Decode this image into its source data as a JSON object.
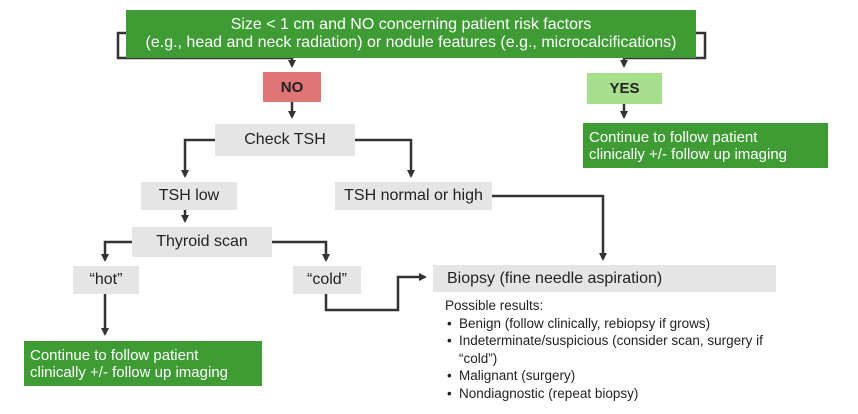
{
  "top_box": {
    "line1": "Size < 1 cm and NO concerning patient risk factors",
    "line2": "(e.g., head and neck radiation) or nodule features (e.g., microcalcifications)"
  },
  "no_label": "NO",
  "yes_label": "YES",
  "yes_result": {
    "line1": "Continue to follow patient",
    "line2": "clinically +/- follow up imaging"
  },
  "check_tsh": "Check TSH",
  "tsh_low": "TSH low",
  "tsh_normal_high": "TSH normal or high",
  "thyroid_scan": "Thyroid scan",
  "hot": "“hot”",
  "cold": "“cold”",
  "biopsy": "Biopsy (fine needle aspiration)",
  "hot_result": {
    "line1": "Continue to follow patient",
    "line2": "clinically +/- follow up imaging"
  },
  "possible_results": {
    "heading": "Possible results:",
    "items": [
      "Benign (follow clinically, rebiopsy if grows)",
      "Indeterminate/suspicious (consider scan, surgery if",
      "“cold”)",
      "Malignant (surgery)",
      "Nondiagnostic (repeat biopsy)"
    ]
  },
  "colors": {
    "green": "#3f9c35",
    "light_green": "#a8df8f",
    "red": "#e07575",
    "gray": "#e5e5e5",
    "arrow": "#333333"
  }
}
